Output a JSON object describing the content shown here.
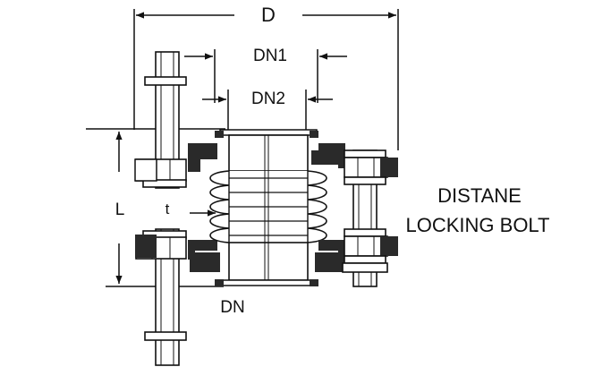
{
  "labels": {
    "d": "D",
    "dn1": "DN1",
    "dn2": "DN2",
    "l": "L",
    "t": "t",
    "dn": "DN",
    "note_line1": "DISTANE",
    "note_line2": "LOCKING BOLT"
  },
  "colors": {
    "ink": "#111111",
    "block": "#2a2a2a",
    "paper": "#ffffff"
  }
}
